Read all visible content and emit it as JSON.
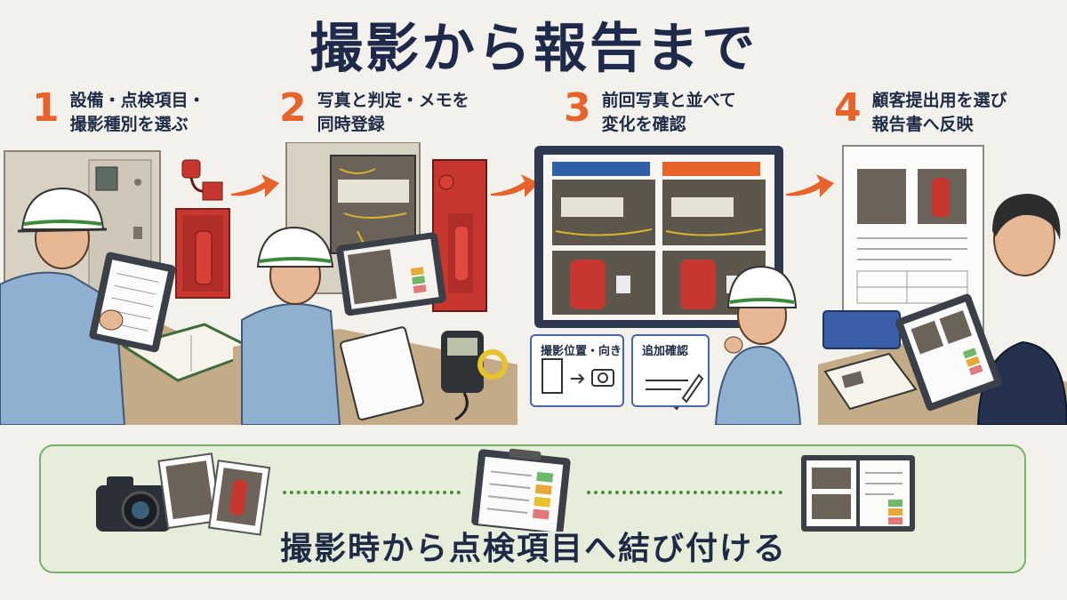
{
  "title": "撮影から報告まで",
  "steps": [
    {
      "num": "1",
      "line1": "設備・点検項目・",
      "line2": "撮影種別を選ぶ"
    },
    {
      "num": "2",
      "line1": "写真と判定・メモを",
      "line2": "同時登録"
    },
    {
      "num": "3",
      "line1": "前回写真と並べて",
      "line2": "変化を確認"
    },
    {
      "num": "4",
      "line1": "顧客提出用を選び",
      "line2": "報告書へ反映"
    }
  ],
  "compare": {
    "position_label": "撮影位置・向き",
    "extra_label": "追加確認"
  },
  "bottom_caption": "撮影時から点検項目へ結び付ける",
  "colors": {
    "accent": "#e8632b",
    "navy": "#1f2a4a",
    "green": "#7ab06a",
    "blue": "#2f5fa8"
  }
}
